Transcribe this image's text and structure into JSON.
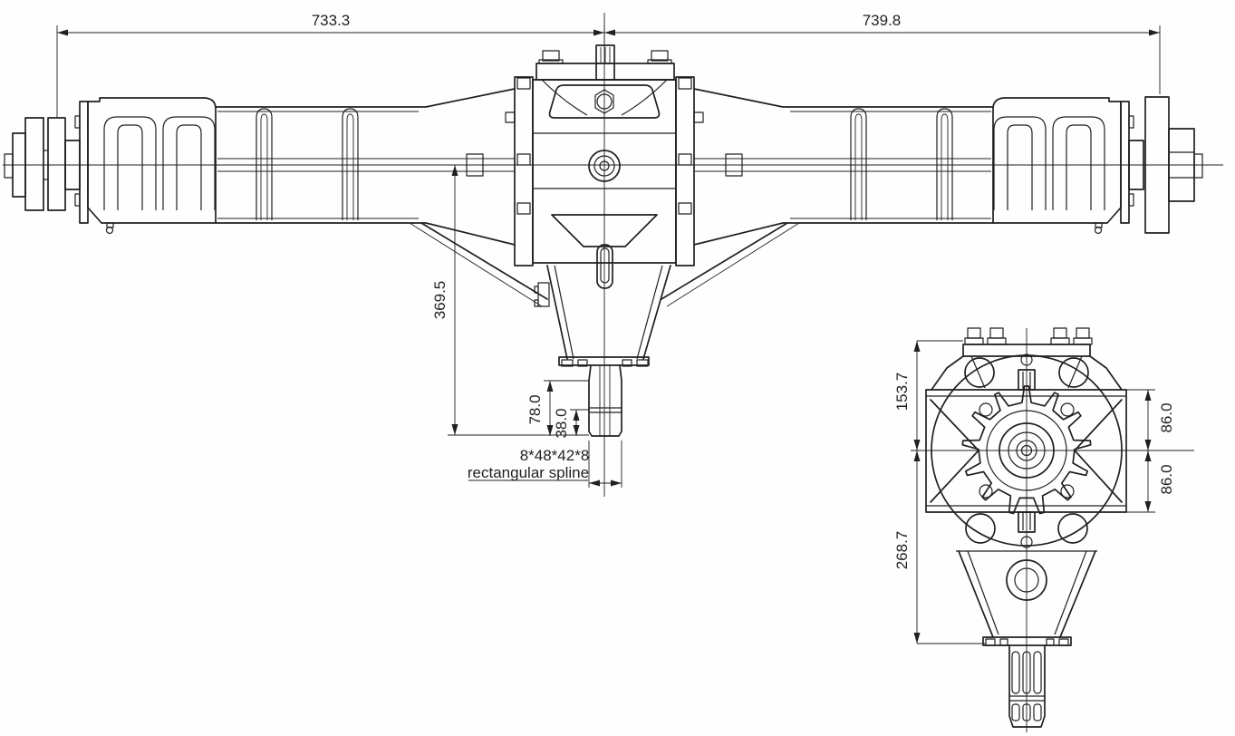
{
  "drawing": {
    "background": "#fefefe",
    "line_color": "#231f20",
    "type": "technical-drawing",
    "subject": "drive-axle-assembly-with-central-drop-gearbox",
    "front_view": {
      "dim_overall_left": "733.3",
      "dim_overall_right": "739.8",
      "dim_drop_height": "369.5",
      "dim_shaft_length": "78.0",
      "dim_spline_length": "38.0",
      "note_spline_line1": "8*48*42*8",
      "note_spline_line2": "rectangular spline"
    },
    "side_view": {
      "dim_upper_height": "153.7",
      "dim_tube_half_upper": "86.0",
      "dim_tube_half_lower": "86.0",
      "dim_lower_height": "268.7"
    }
  }
}
